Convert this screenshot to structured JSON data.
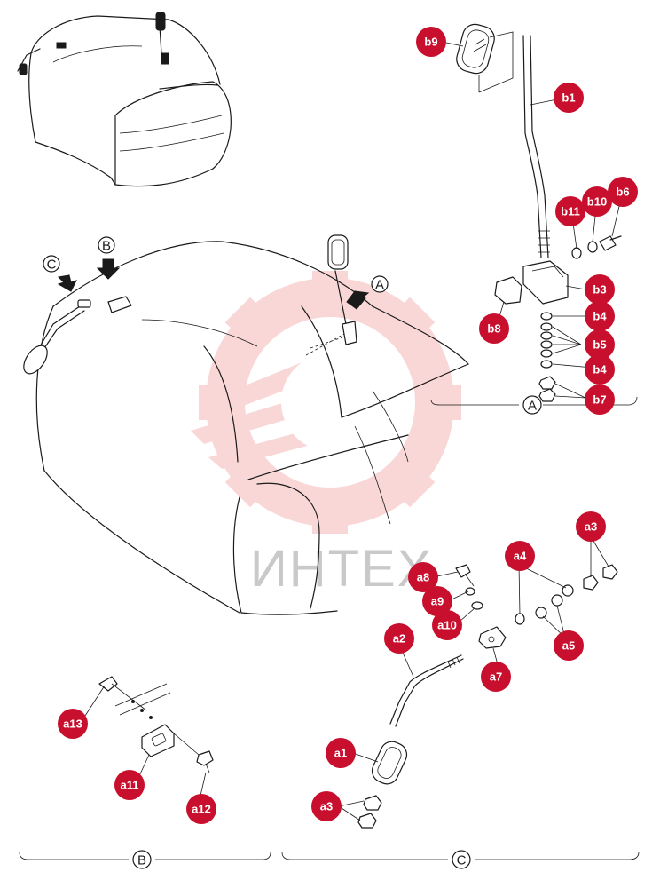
{
  "watermark": {
    "text": "ИНТЕХ",
    "color": "#f5b7b7"
  },
  "accent_color": "#c8102e",
  "views": {
    "a": "A",
    "b": "B",
    "c": "C"
  },
  "callouts": {
    "b1": "b1",
    "b3": "b3",
    "b4_top": "b4",
    "b4_bottom": "b4",
    "b5": "b5",
    "b6": "b6",
    "b7": "b7",
    "b8": "b8",
    "b9": "b9",
    "b10": "b10",
    "b11": "b11",
    "a1": "a1",
    "a2": "a2",
    "a3_top": "a3",
    "a3_bottom": "a3",
    "a4": "a4",
    "a5": "a5",
    "a7": "a7",
    "a8": "a8",
    "a9": "a9",
    "a10": "a10",
    "a11": "a11",
    "a12": "a12",
    "a13": "a13"
  }
}
